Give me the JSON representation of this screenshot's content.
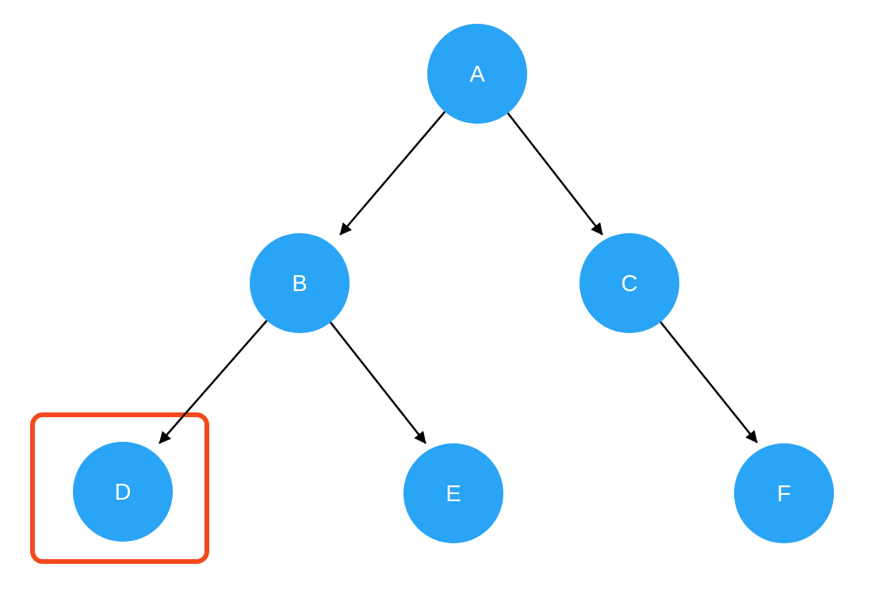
{
  "diagram": {
    "type": "binary-tree",
    "background": "#ffffff"
  },
  "nodes": [
    {
      "id": "A",
      "label": "A"
    },
    {
      "id": "B",
      "label": "B"
    },
    {
      "id": "C",
      "label": "C"
    },
    {
      "id": "D",
      "label": "D"
    },
    {
      "id": "E",
      "label": "E"
    },
    {
      "id": "F",
      "label": "F"
    }
  ],
  "edges": [
    {
      "from": "A",
      "to": "B"
    },
    {
      "from": "A",
      "to": "C"
    },
    {
      "from": "B",
      "to": "D"
    },
    {
      "from": "B",
      "to": "E"
    },
    {
      "from": "C",
      "to": "F"
    }
  ],
  "highlight": {
    "node": "D",
    "shape": "rounded-rectangle"
  },
  "colors": {
    "node_fill": "#2AA4F5",
    "node_text": "#FFFFFF",
    "edge": "#000000",
    "highlight": "#F4491E"
  }
}
